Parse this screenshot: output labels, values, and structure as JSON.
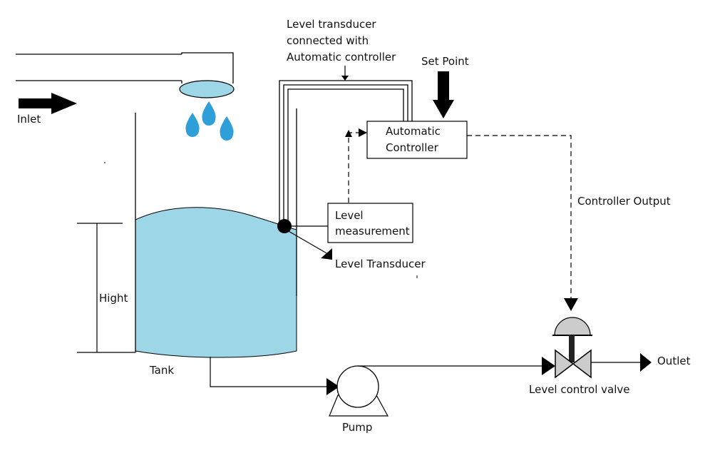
{
  "labels": {
    "level_transducer_line1": "Level transducer",
    "level_transducer_line2": "connected with",
    "level_transducer_line3": "Automatic controller",
    "set_point": "Set Point",
    "inlet": "Inlet",
    "controller_line1": "Automatic",
    "controller_line2": "Controller",
    "controller_output": "Controller Output",
    "measurement_line1": "Level",
    "measurement_line2": "measurement",
    "level_transducer": "Level Transducer",
    "hight": "Hight",
    "tank": "Tank",
    "pump": "Pump",
    "outlet": "Outlet",
    "level_control_valve": "Level control valve"
  },
  "colors": {
    "water": "#9dd6e6",
    "drop": "#2e9fd8",
    "valve_grey": "#cccccc",
    "line": "#000000"
  }
}
